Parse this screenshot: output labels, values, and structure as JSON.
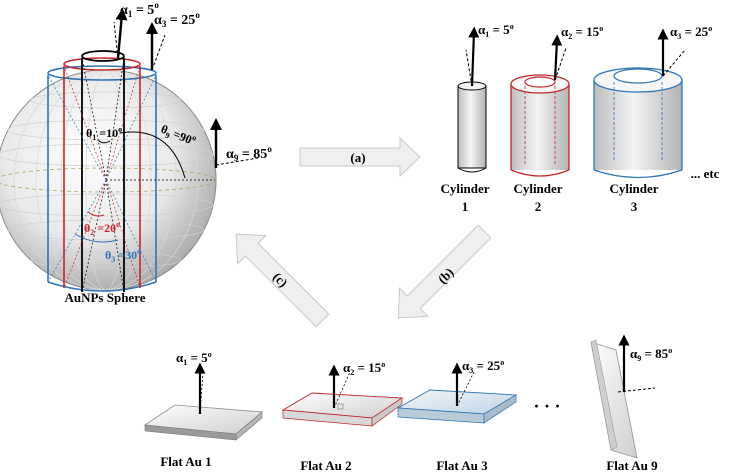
{
  "sphere": {
    "caption": "AuNPs Sphere",
    "alpha1": "α",
    "alpha1_sub": "1",
    "alpha1_val": " = 5",
    "alpha3": "α",
    "alpha3_sub": "3",
    "alpha3_val": " = 25",
    "alpha9": "α",
    "alpha9_sub": "9",
    "alpha9_val": " = 85",
    "theta1": "θ",
    "theta1_sub": "1",
    "theta1_val": " =10",
    "theta2": "θ",
    "theta2_sub": "2",
    "theta2_val": " =20",
    "theta3": "θ",
    "theta3_sub": "3",
    "theta3_val": " =30",
    "theta9": "θ",
    "theta9_sub": "9",
    "theta9_val": " =90",
    "deg": "o"
  },
  "arrows": {
    "a": "(a)",
    "b": "(b)",
    "c": "(c)"
  },
  "cylinders": {
    "c1_alpha": "α",
    "c1_sub": "1",
    "c1_val": " = 5",
    "c2_alpha": "α",
    "c2_sub": "2",
    "c2_val": " = 15",
    "c3_alpha": "α",
    "c3_sub": "3",
    "c3_val": " = 25",
    "c1_label": "Cylinder",
    "c1_num": "1",
    "c2_label": "Cylinder",
    "c2_num": "2",
    "c3_label": "Cylinder",
    "c3_num": "3",
    "etc": "... etc",
    "deg": "o"
  },
  "flats": {
    "f1_alpha": "α",
    "f1_sub": "1",
    "f1_val": " = 5",
    "f2_alpha": "α",
    "f2_sub": "2",
    "f2_val": " = 15",
    "f3_alpha": "α",
    "f3_sub": "3",
    "f3_val": " = 25",
    "f9_alpha": "α",
    "f9_sub": "9",
    "f9_val": " = 85",
    "f1_label": "Flat Au 1",
    "f2_label": "Flat Au 2",
    "f3_label": "Flat Au 3",
    "f9_label": "Flat Au 9",
    "dots": "·  ·  ·",
    "deg": "o"
  },
  "colors": {
    "red": "#c0272d",
    "blue": "#2e75b6",
    "black": "#000000",
    "arrow_fill": "#efefef",
    "arrow_stroke": "#c8c8c8"
  }
}
